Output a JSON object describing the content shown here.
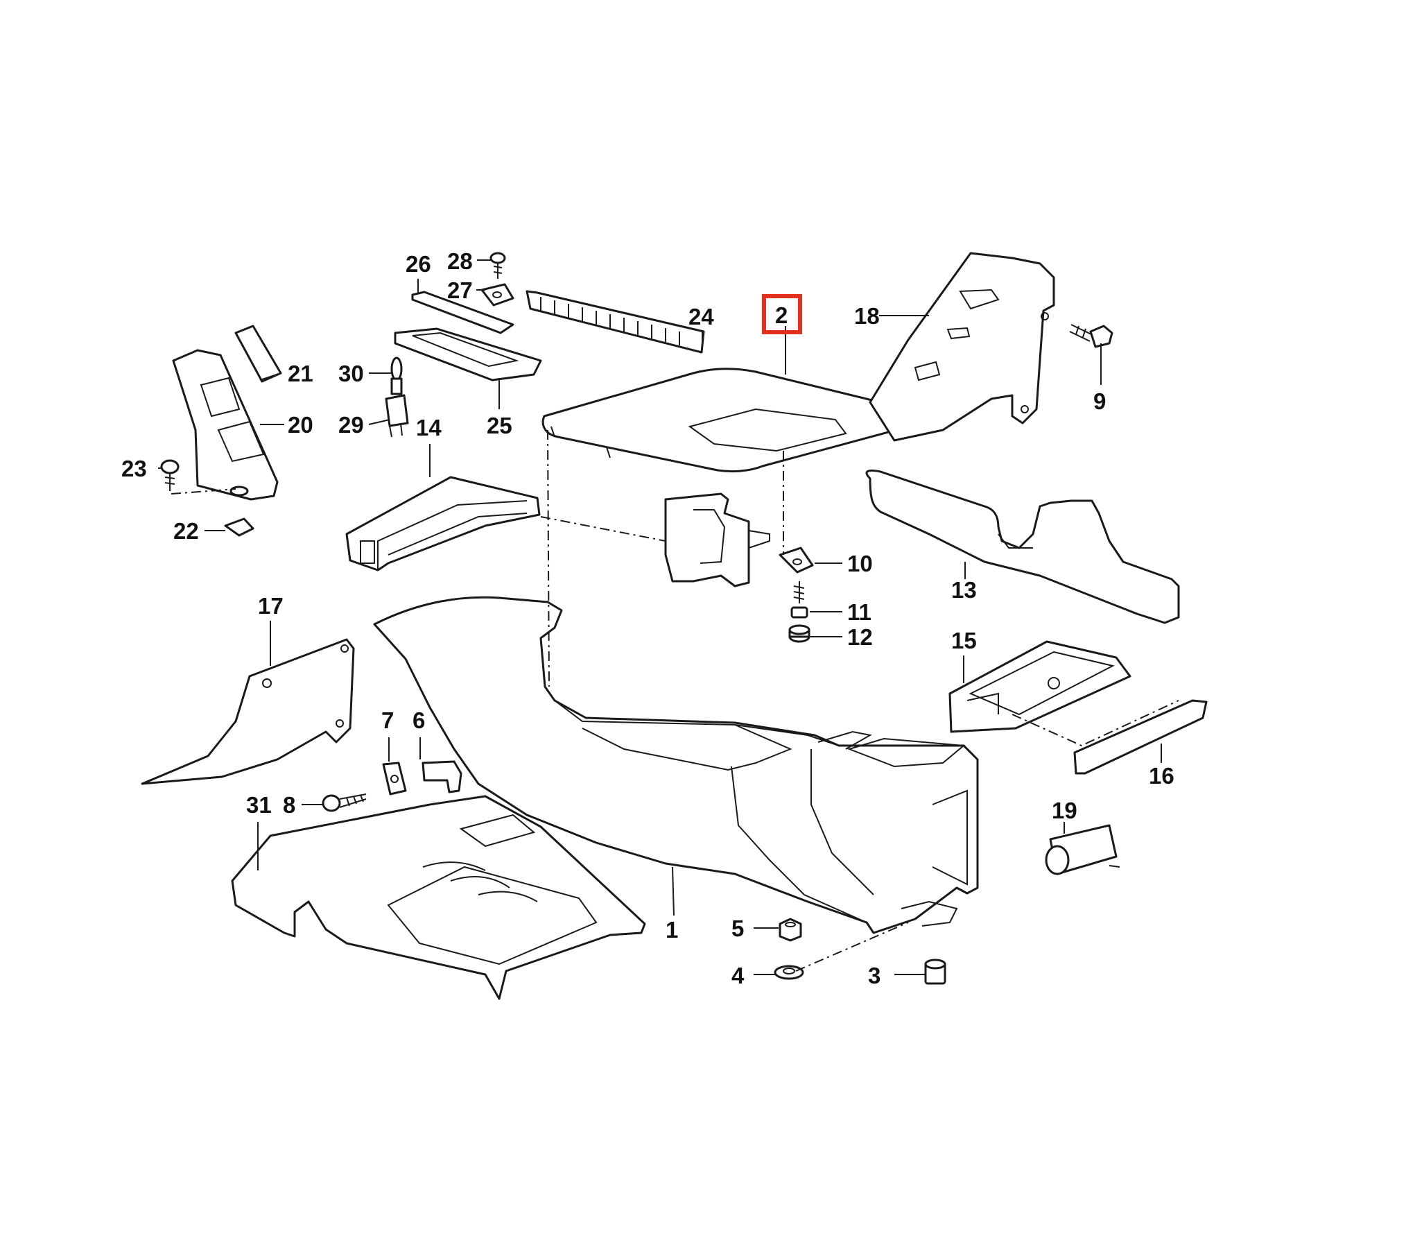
{
  "diagram": {
    "highlight_color": "#e0301e",
    "highlighted_part": "2",
    "callouts": [
      "1",
      "2",
      "3",
      "4",
      "5",
      "6",
      "7",
      "8",
      "9",
      "10",
      "11",
      "12",
      "13",
      "14",
      "15",
      "16",
      "17",
      "18",
      "19",
      "20",
      "21",
      "22",
      "23",
      "24",
      "25",
      "26",
      "27",
      "28",
      "29",
      "30",
      "31"
    ]
  }
}
